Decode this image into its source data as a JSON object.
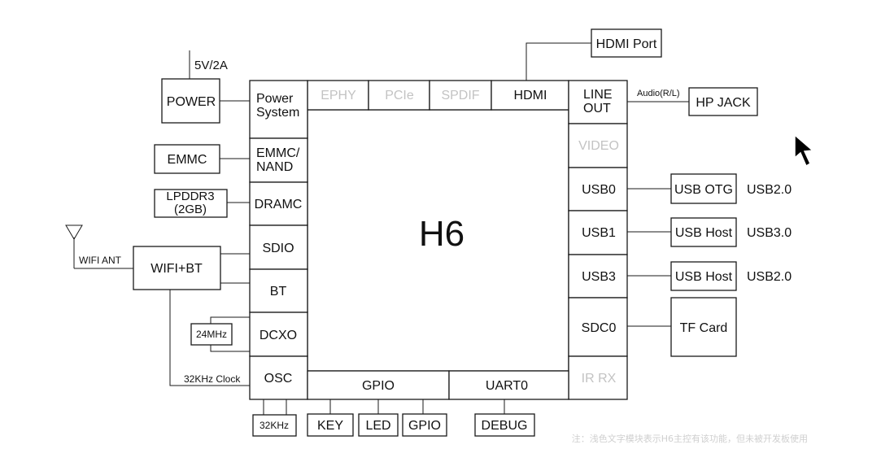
{
  "chip": {
    "name": "H6"
  },
  "top_ports": {
    "ephy": "EPHY",
    "pcie": "PCIe",
    "spdif": "SPDIF",
    "hdmi": "HDMI"
  },
  "left_ports": {
    "power_system_line1": "Power",
    "power_system_line2": "System",
    "emmc_nand_line1": "EMMC/",
    "emmc_nand_line2": "NAND",
    "dramc": "DRAMC",
    "sdio": "SDIO",
    "bt": "BT",
    "dcxo": "DCXO",
    "osc": "OSC"
  },
  "right_ports": {
    "line_out_line1": "LINE",
    "line_out_line2": "OUT",
    "video": "VIDEO",
    "usb0": "USB0",
    "usb1": "USB1",
    "usb3": "USB3",
    "sdc0": "SDC0",
    "ir_rx": "IR RX"
  },
  "bottom_ports": {
    "gpio": "GPIO",
    "uart0": "UART0"
  },
  "external": {
    "power_input": "5V/2A",
    "power": "POWER",
    "emmc": "EMMC",
    "lpddr3_line1": "LPDDR3",
    "lpddr3_line2": "(2GB)",
    "wifi_ant": "WIFI ANT",
    "wifi_bt": "WIFI+BT",
    "crystal_24": "24MHz",
    "clock_32k_label": "32KHz Clock",
    "crystal_32k": "32KHz",
    "key": "KEY",
    "led": "LED",
    "gpio_header": "GPIO",
    "debug": "DEBUG",
    "hdmi_port": "HDMI Port",
    "audio_label": "Audio(R/L)",
    "hp_jack": "HP JACK",
    "usb_otg": "USB OTG",
    "usb_otg_speed": "USB2.0",
    "usb_host1": "USB Host",
    "usb_host1_speed": "USB3.0",
    "usb_host2": "USB Host",
    "usb_host2_speed": "USB2.0",
    "tf_card": "TF Card"
  },
  "footnote": "注：浅色文字模块表示H6主控有该功能，但未被开发板使用",
  "colors": {
    "line": "#1a1a1a",
    "inactive_text": "#c3c3c3",
    "footnote": "#cfcfcf"
  },
  "icons": {
    "antenna": "antenna-icon",
    "pointer": "mouse-cursor-icon"
  }
}
